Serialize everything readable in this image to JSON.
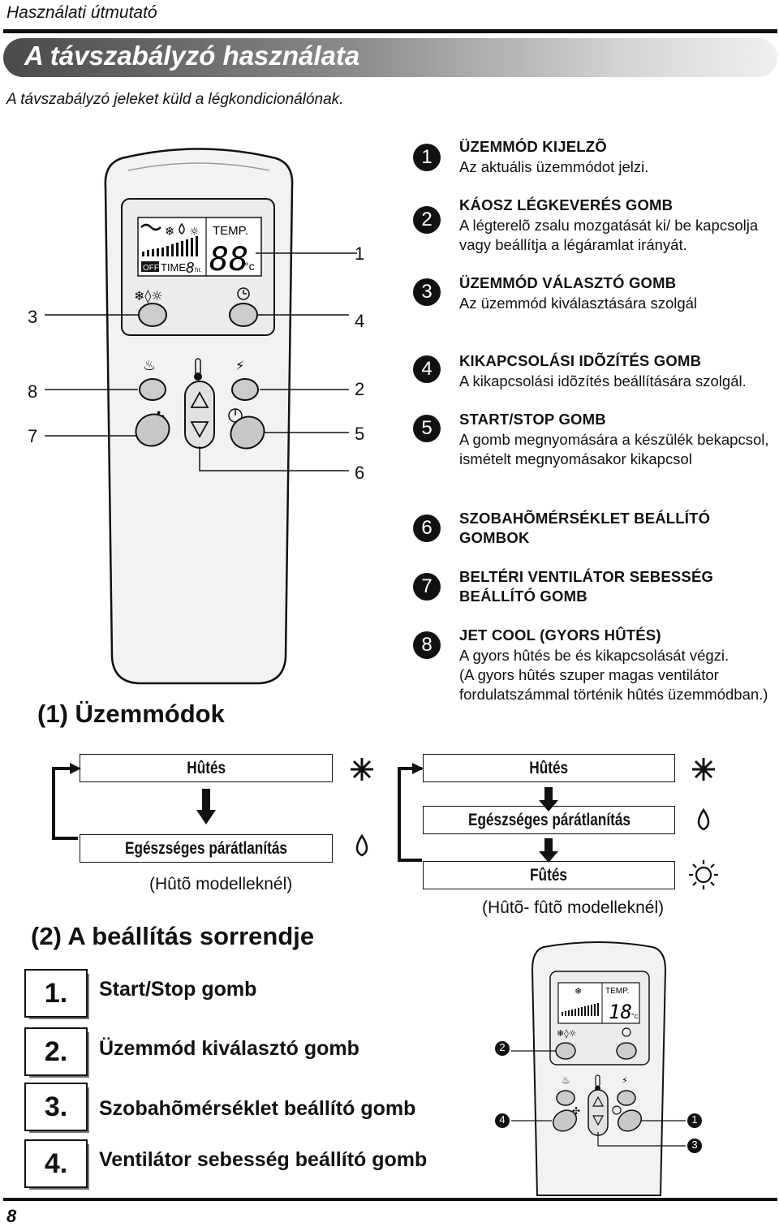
{
  "header": {
    "label": "Használati útmutató",
    "title": "A távszabályzó használata",
    "subtitle": "A távszabályzó jeleket küld a légkondicionálónak."
  },
  "remote": {
    "display": {
      "temp_label": "TEMP.",
      "digits": "88",
      "unit": "°c",
      "off_label": "OFF",
      "time_label": "TIME",
      "time_digit": "8",
      "hr_label": "hr."
    },
    "callouts": [
      "1",
      "2",
      "3",
      "4",
      "5",
      "6",
      "7",
      "8"
    ]
  },
  "legend": [
    {
      "num": "1",
      "title": "ÜZEMMÓD KIJELZÕ",
      "desc": [
        "Az aktuális üzemmódot jelzi."
      ]
    },
    {
      "num": "2",
      "title": "KÁOSZ LÉGKEVERÉS GOMB",
      "desc": [
        "A légterelõ zsalu mozgatását ki/ be kapcsolja",
        "vagy beállítja a légáramlat irányát."
      ]
    },
    {
      "num": "3",
      "title": "ÜZEMMÓD VÁLASZTÓ GOMB",
      "desc": [
        "Az üzemmód kiválasztására szolgál"
      ]
    },
    {
      "num": "4",
      "title": "KIKAPCSOLÁSI IDÕZÍTÉS GOMB",
      "desc": [
        "A kikapcsolási idõzítés beállítására szolgál."
      ]
    },
    {
      "num": "5",
      "title": "START/STOP GOMB",
      "desc": [
        "A gomb megnyomására a készülék bekapcsol,",
        "ismételt megnyomásakor kikapcsol"
      ]
    },
    {
      "num": "6",
      "title": "SZOBAHÕMÉRSÉKLET BEÁLLÍTÓ",
      "title2": "GOMBOK",
      "desc": []
    },
    {
      "num": "7",
      "title": "BELTÉRI VENTILÁTOR SEBESSÉG",
      "title2": "BEÁLLÍTÓ GOMB",
      "desc": []
    },
    {
      "num": "8",
      "title": "JET COOL (GYORS HÛTÉS)",
      "desc": [
        "A gyors hûtés be és kikapcsolását végzi.",
        "(A gyors hûtés szuper magas ventilátor",
        "fordulatszámmal történik hûtés üzemmódban.)"
      ]
    }
  ],
  "modes": {
    "heading": "(1) Üzemmódok",
    "left": {
      "items": [
        "Hûtés",
        "Egészséges párátlanítás"
      ],
      "note": "(Hûtõ modelleknél)"
    },
    "right": {
      "items": [
        "Hûtés",
        "Egészséges párátlanítás",
        "Fûtés"
      ],
      "note": "(Hûtõ- fûtõ modelleknél)"
    }
  },
  "sequence": {
    "heading": "(2) A beállítás sorrendje",
    "steps": [
      {
        "num": "1.",
        "label": "Start/Stop gomb"
      },
      {
        "num": "2.",
        "label": "Üzemmód kiválasztó gomb"
      },
      {
        "num": "3.",
        "label": "Szobahõmérséklet beállító gomb"
      },
      {
        "num": "4.",
        "label": "Ventilátor sebesség beállító gomb"
      }
    ]
  },
  "small_remote": {
    "temp_label": "TEMP.",
    "digits": "18",
    "unit": "°c",
    "callouts": [
      "2",
      "4",
      "1",
      "3"
    ]
  },
  "footer": {
    "page": "8"
  }
}
